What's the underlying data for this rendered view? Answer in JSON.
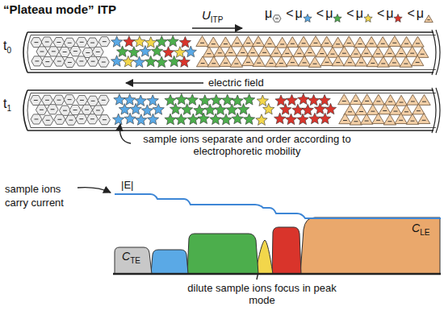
{
  "diagram": {
    "title": "“Plateau mode” ITP",
    "labels": [
      "U",
      "ITP",
      "μ",
      "<",
      "μ",
      "<",
      "μ",
      "<",
      "μ",
      "<",
      "μ",
      "<",
      "μ",
      "t",
      "0",
      "electric field",
      "t",
      "1",
      "sample ions separate and order according to electrophoretic mobility",
      "|E|",
      "sample ions carry current",
      "C",
      "TE",
      "C",
      "LE",
      "dilute sample ions focus in peak mode"
    ]
  }
}
